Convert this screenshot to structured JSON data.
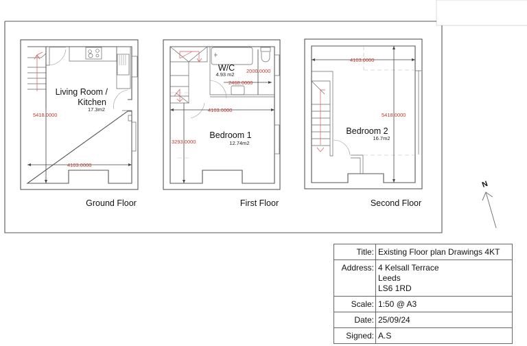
{
  "drawing": {
    "floors": [
      {
        "label": "Ground Floor",
        "rooms": [
          {
            "name_line1": "Living Room /",
            "name_line2": "Kitchen",
            "area": "17.3m2"
          }
        ],
        "dimensions": {
          "width": "4103.0000",
          "depth": "5418.0000"
        }
      },
      {
        "label": "First Floor",
        "rooms": [
          {
            "name": "W/C",
            "area": "4.93 m2"
          },
          {
            "name": "Bedroom 1",
            "area": "12.74m2"
          }
        ],
        "dimensions": {
          "wc_height": "2000.0000",
          "wc_width": "2468.0000",
          "width": "4103.0000",
          "bedroom_depth": "3293.0000"
        }
      },
      {
        "label": "Second Floor",
        "rooms": [
          {
            "name": "Bedroom 2",
            "area": "16.7m2"
          }
        ],
        "dimensions": {
          "width": "4103.0000",
          "depth": "5418.0000"
        }
      }
    ],
    "north_arrow": {
      "label": "N"
    }
  },
  "title_block": {
    "title_label": "Title:",
    "title_value": "Existing Floor plan Drawings 4KT",
    "address_label": "Address:",
    "address_lines": [
      "4 Kelsall Terrace",
      "Leeds",
      "LS6 1RD"
    ],
    "scale_label": "Scale:",
    "scale_value": "1:50 @ A3",
    "date_label": "Date:",
    "date_value": "25/09/24",
    "signed_label": "Signed:",
    "signed_value": "A.S"
  },
  "colors": {
    "dimension_text": "#c0392b",
    "stair_arrow": "#d25a5a",
    "wall": "#555555"
  }
}
